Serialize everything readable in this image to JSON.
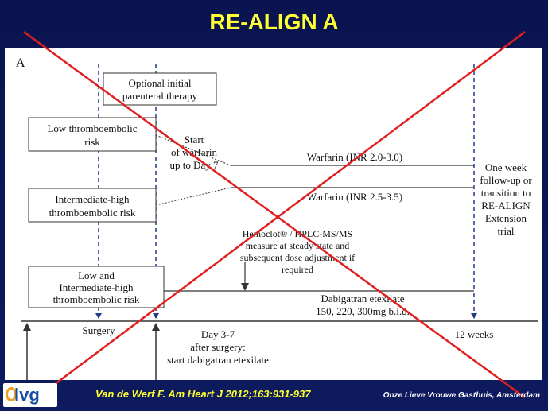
{
  "slide": {
    "title": "RE-ALIGN A",
    "citation": "Van de Werf F. Am Heart J 2012;163:931-937",
    "institution": "Onze Lieve Vrouwe Gasthuis, Amsterdam",
    "logo_text": "lvg"
  },
  "diagram": {
    "panel_label": "A",
    "optional_box": [
      "Optional initial",
      "parenteral therapy"
    ],
    "low_risk_box": [
      "Low thromboembolic",
      "risk"
    ],
    "intermediate_box": [
      "Intermediate-high",
      "thromboembolic risk"
    ],
    "low_inter_box": [
      "Low and",
      "Intermediate-high",
      "thromboembolic risk"
    ],
    "start_warfarin": [
      "Start",
      "of warfarin",
      "up to Day 7"
    ],
    "warfarin_1": "Warfarin (INR 2.0-3.0)",
    "warfarin_2": "Warfarin (INR 2.5-3.5)",
    "hemoclot": [
      "Hemoclot® / HPLC-MS/MS",
      "measure at steady state and",
      "subsequent dose adjustment if",
      "required"
    ],
    "dabigatran": [
      "Dabigatran etexilate",
      "150, 220, 300mg b.i.d."
    ],
    "followup": [
      "One week",
      "follow-up or",
      "transition to",
      "RE-ALIGN",
      "Extension",
      "trial"
    ],
    "surgery": "Surgery",
    "day37": [
      "Day 3-7",
      "after surgery:",
      "start dabigatran etexilate"
    ],
    "weeks12": "12 weeks"
  }
}
